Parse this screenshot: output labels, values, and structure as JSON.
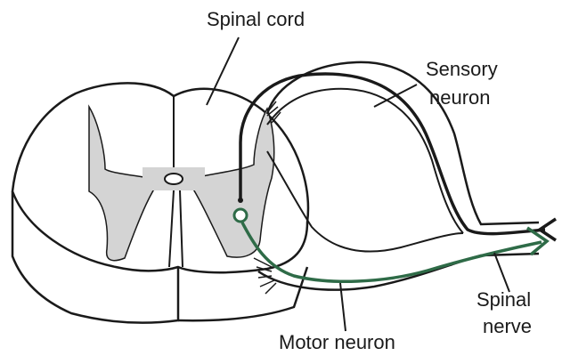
{
  "labels": {
    "spinal_cord": "Spinal cord",
    "sensory_line1": "Sensory",
    "sensory_line2": "neuron",
    "motor_neuron": "Motor neuron",
    "spinal_line1": "Spinal",
    "spinal_line2": "nerve"
  },
  "colors": {
    "outline": "#1a1a1a",
    "gray_matter": "#d4d4d4",
    "motor_neuron": "#2e6b47",
    "background": "#ffffff"
  },
  "icons": {
    "sensory_arrow": "arrowhead-left",
    "motor_arrow": "arrowhead-right",
    "motor_cell_body": "circle"
  }
}
